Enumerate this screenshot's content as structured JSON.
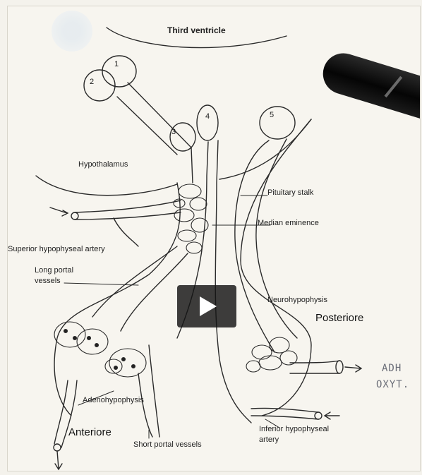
{
  "labels": {
    "third_ventricle": "Third ventricle",
    "hypothalamus": "Hypothalamus",
    "pituitary_stalk": "Pituitary stalk",
    "median_eminence": "Median eminence",
    "superior_artery": "Superior hypophyseal artery",
    "long_portal_line1": "Long portal",
    "long_portal_line2": "vessels",
    "neurohypophysis": "Neurohypophysis",
    "posteriore": "Posteriore",
    "adenohypophysis": "Adenohypophysis",
    "anteriore": "Anteriore",
    "short_portal": "Short portal vessels",
    "inferior_artery_line1": "Inferior hypophyseal",
    "inferior_artery_line2": "artery"
  },
  "neuron_numbers": [
    "1",
    "2",
    "3",
    "4",
    "5"
  ],
  "handwritten": {
    "line1": "ADH",
    "line2": "OXYT."
  },
  "video": {
    "play_icon": "play-icon",
    "overlay_color": "#1a1a1a"
  },
  "colors": {
    "ink": "#222222",
    "paper": "#f7f5ef",
    "pen": "#0a0a0a"
  }
}
